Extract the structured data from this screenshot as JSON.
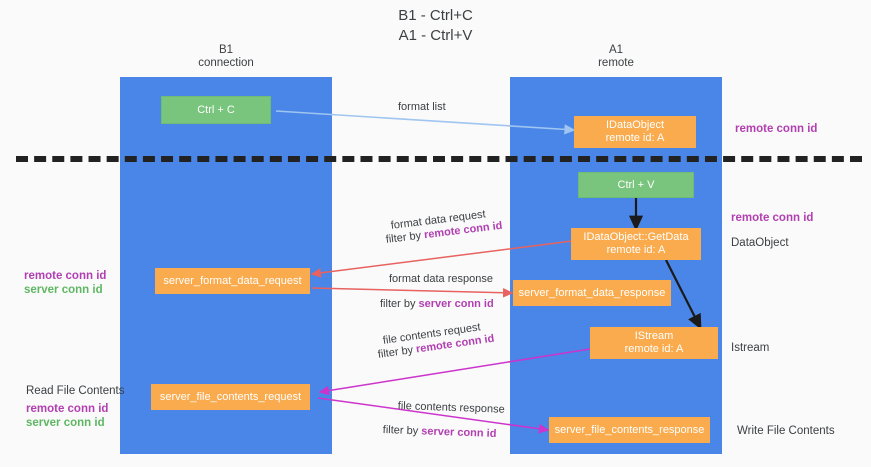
{
  "title": "B1 - Ctrl+C\nA1 - Ctrl+V",
  "lanes": [
    {
      "id": "left",
      "label": "B1\nconnection"
    },
    {
      "id": "right",
      "label": "A1\nremote"
    }
  ],
  "boxes": {
    "ctrl_c": {
      "line1": "Ctrl + C",
      "line2": "",
      "color": "green"
    },
    "ctrl_v": {
      "line1": "Ctrl + V",
      "line2": "",
      "color": "green"
    },
    "idataobject_remote": {
      "line1": "IDataObject",
      "line2": "remote id: A",
      "color": "orange"
    },
    "getdata": {
      "line1": "IDataObject::GetData",
      "line2": "remote id: A",
      "color": "orange"
    },
    "istream": {
      "line1": "IStream",
      "line2": "remote id: A",
      "color": "orange"
    },
    "server_format_data_request": {
      "line1": "server_format_data_request",
      "line2": "",
      "color": "orange"
    },
    "server_format_data_response": {
      "line1": "server_format_data_response",
      "line2": "",
      "color": "orange"
    },
    "server_file_contents_request": {
      "line1": "server_file_contents_request",
      "line2": "",
      "color": "orange"
    },
    "server_file_contents_response": {
      "line1": "server_file_contents_response",
      "line2": "",
      "color": "orange"
    }
  },
  "edge_labels": {
    "format_list": "format list",
    "format_data_request": "format data request",
    "format_data_request_filter_prefix": "filter by ",
    "format_data_request_filter_value": "remote conn id",
    "format_data_response": "format data response",
    "format_data_response_filter_prefix": "filter by ",
    "format_data_response_filter_value": "server conn id",
    "file_contents_request": "file contents request",
    "file_contents_request_filter_prefix": "filter by ",
    "file_contents_request_filter_value": "remote conn id",
    "file_contents_response": "file contents response",
    "file_contents_response_filter_prefix": "filter by ",
    "file_contents_response_filter_value": "server conn id"
  },
  "annotations": {
    "right_remote_conn_id_top": "remote conn id",
    "right_remote_conn_id_mid": "remote conn id",
    "right_dataobject": "DataObject",
    "right_istream": "Istream",
    "right_write_file_contents": "Write File Contents",
    "left_remote_conn_id_mid": "remote conn id",
    "left_server_conn_id_mid": "server conn id",
    "left_read_file_contents": "Read File Contents",
    "left_remote_conn_id_bottom": "remote conn id",
    "left_server_conn_id_bottom": "server conn id"
  },
  "colors": {
    "lane_blue": "#4a86e8",
    "box_orange": "#f9ab4e",
    "box_green": "#79c57d",
    "magenta": "#b23fb2",
    "green_text": "#5fb763",
    "arrow_lightblue": "#9fc5f0",
    "arrow_red": "#e8625f",
    "arrow_magenta": "#cc34cc",
    "arrow_black": "#1a1a1a",
    "background": "#fafafa",
    "separator": "#222222"
  }
}
